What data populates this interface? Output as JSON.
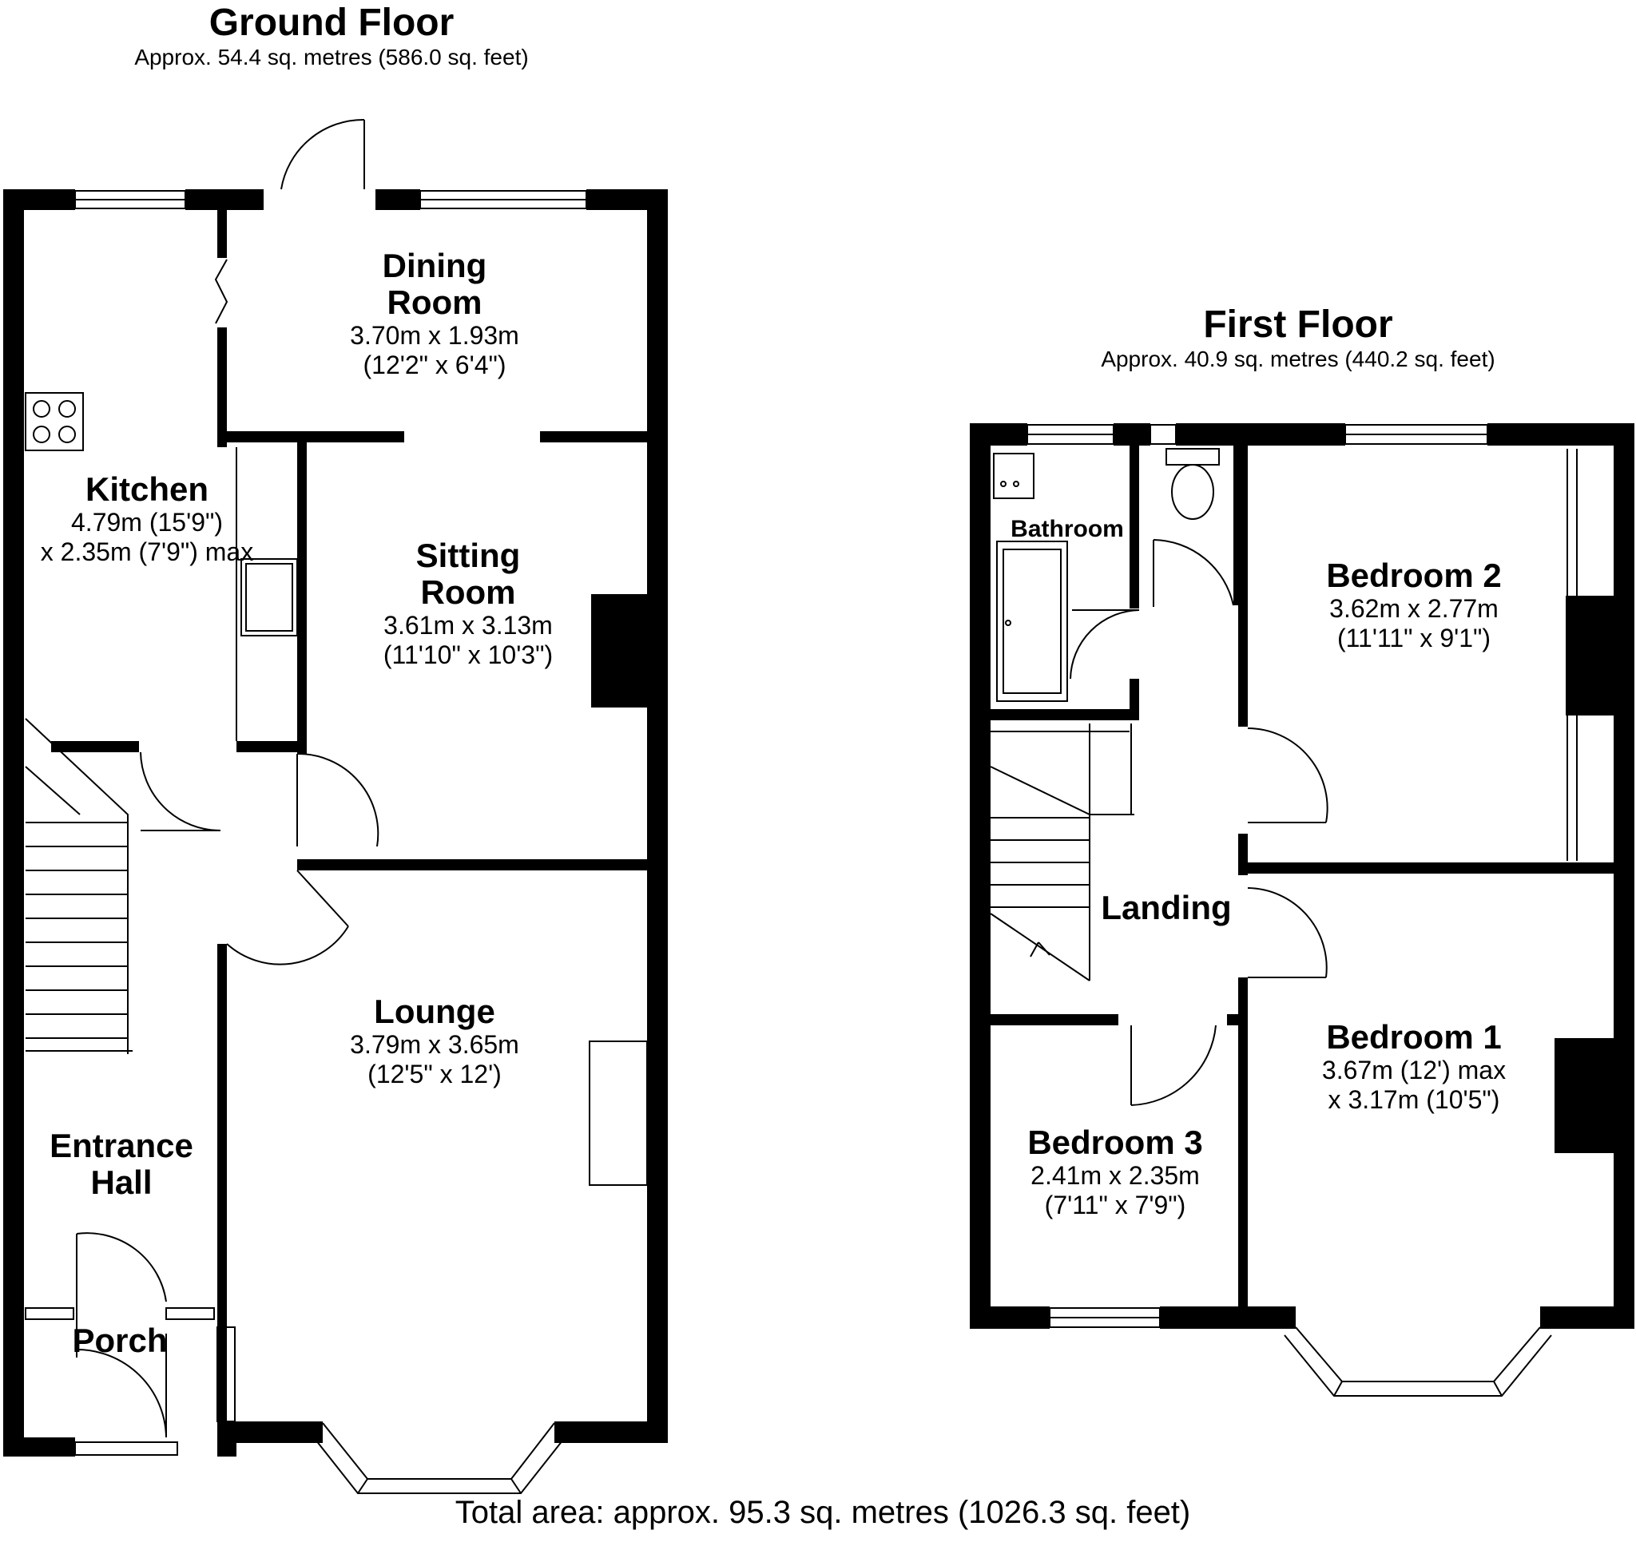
{
  "ground_floor": {
    "title": "Ground Floor",
    "area": "Approx. 54.4 sq. metres (586.0 sq. feet)",
    "rooms": {
      "dining": {
        "name_l1": "Dining",
        "name_l2": "Room",
        "dim1": "3.70m x 1.93m",
        "dim2": "(12'2\" x 6'4\")"
      },
      "kitchen": {
        "name": "Kitchen",
        "dim1": "4.79m (15'9\")",
        "dim2": "x 2.35m (7'9\") max"
      },
      "sitting": {
        "name_l1": "Sitting",
        "name_l2": "Room",
        "dim1": "3.61m x 3.13m",
        "dim2": "(11'10\" x 10'3\")"
      },
      "lounge": {
        "name": "Lounge",
        "dim1": "3.79m x 3.65m",
        "dim2": "(12'5\" x 12')"
      },
      "hall": {
        "name_l1": "Entrance",
        "name_l2": "Hall"
      },
      "porch": {
        "name": "Porch"
      }
    }
  },
  "first_floor": {
    "title": "First Floor",
    "area": "Approx. 40.9 sq. metres (440.2 sq. feet)",
    "rooms": {
      "bathroom": {
        "name": "Bathroom"
      },
      "bedroom2": {
        "name": "Bedroom 2",
        "dim1": "3.62m x 2.77m",
        "dim2": "(11'11\" x 9'1\")"
      },
      "landing": {
        "name": "Landing"
      },
      "bedroom1": {
        "name": "Bedroom 1",
        "dim1": "3.67m (12') max",
        "dim2": "x 3.17m (10'5\")"
      },
      "bedroom3": {
        "name": "Bedroom 3",
        "dim1": "2.41m x 2.35m",
        "dim2": "(7'11\" x 7'9\")"
      }
    }
  },
  "total_area": "Total area: approx. 95.3 sq. metres (1026.3 sq. feet)"
}
